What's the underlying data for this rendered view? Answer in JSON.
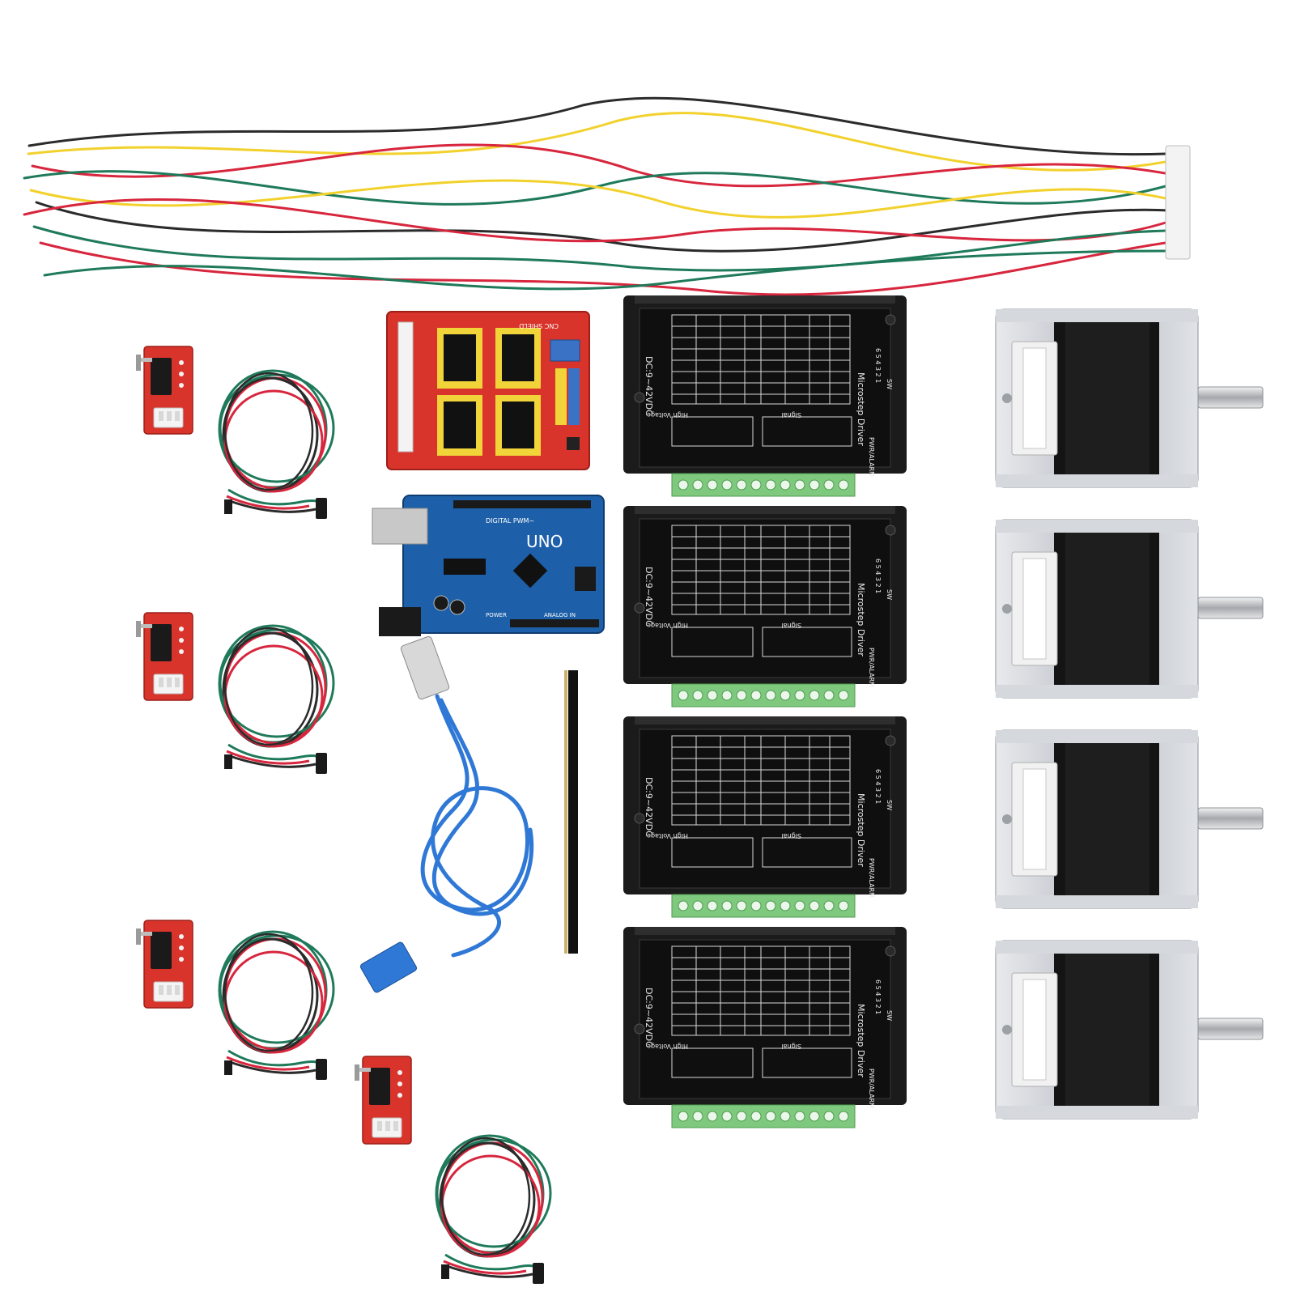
{
  "colors": {
    "background": "#ffffff",
    "wire_red": "#d7263d",
    "wire_yellow": "#f2d12c",
    "wire_green": "#1f7a5a",
    "wire_black": "#2b2b2b",
    "shield_red": "#d9342b",
    "uno_blue": "#1d5fa8",
    "driver_black": "#1b1b1b",
    "terminal_green": "#7fc97f",
    "motor_silver": "#c9ccd1",
    "motor_black": "#141414",
    "usb_blue": "#2f78d6"
  },
  "cnc_shield": {
    "label": "CNC SHIELD"
  },
  "uno_board": {
    "brand": "UNO",
    "digital_label": "DIGITAL PWM~",
    "power_label": "POWER",
    "analog_label": "ANALOG IN"
  },
  "driver": {
    "title": "Microstep Driver",
    "voltage": "DC:9~42VDC",
    "high_voltage": "High Voltage",
    "signal": "Signal",
    "pwr_alarm": "PWR/ALARM",
    "sw": "SW",
    "sw_numbers": "6 5 4 3 2 1"
  }
}
